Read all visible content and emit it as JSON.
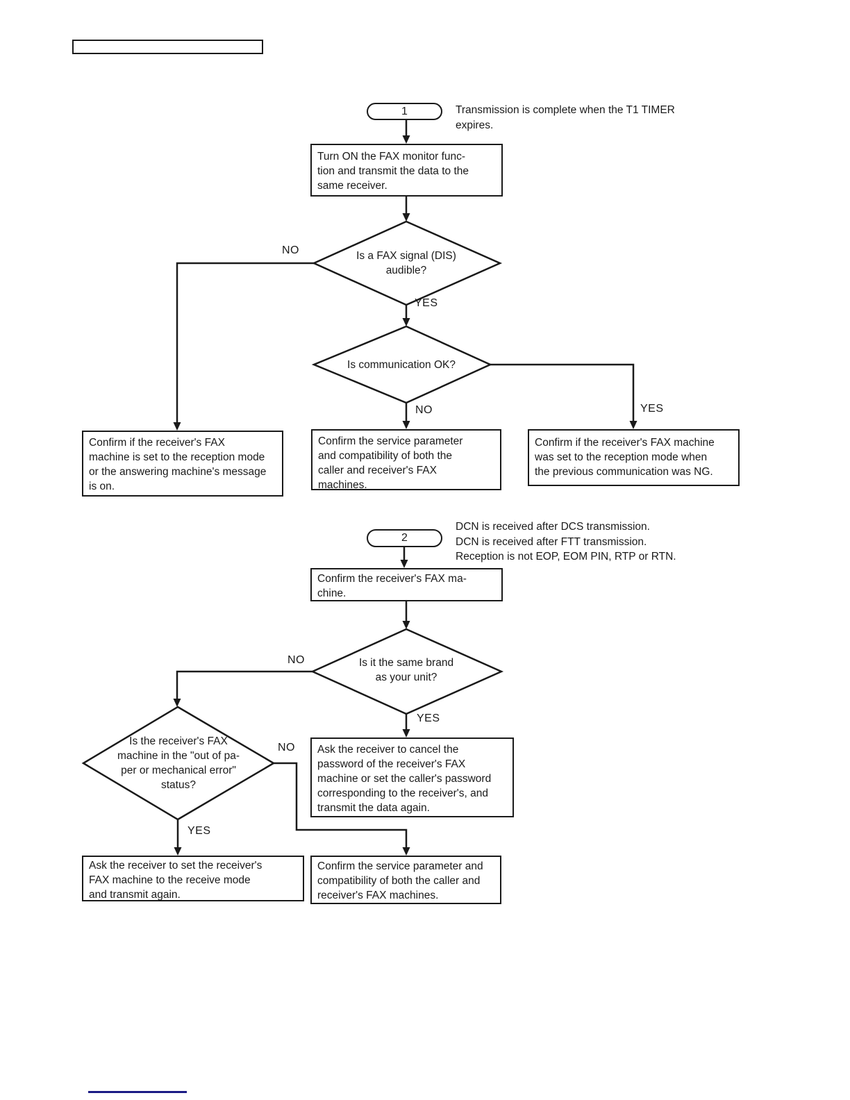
{
  "page": {
    "footer_divider_color": "#1b1b85",
    "line_color": "#1a1a1a"
  },
  "section1": {
    "connector": {
      "label": "1",
      "note": "Transmission is complete when the T1 TIMER\nexpires."
    },
    "start_box": "Turn ON the FAX monitor func-\ntion and transmit the data to the\nsame receiver.",
    "decision_fax_signal": {
      "question": "Is a FAX signal (DIS)\naudible?",
      "no": "NO",
      "yes": "YES"
    },
    "decision_communication": {
      "question": "Is communication OK?",
      "no": "NO",
      "yes": "YES"
    },
    "result_reception_mode": "Confirm if the receiver's FAX\nmachine is set to the reception mode\nor the answering machine's message\nis on.",
    "result_service_parameter": "Confirm the service parameter\nand compatibility of both the\ncaller and receiver's FAX\nmachines.",
    "result_previous_ng": "Confirm if the receiver's FAX machine\nwas set to the reception mode when\nthe previous communication was NG."
  },
  "section2": {
    "connector": {
      "label": "2",
      "note": "DCN is received after DCS transmission.\nDCN is received after FTT transmission.\nReception is not EOP, EOM PIN, RTP or RTN."
    },
    "start_box": "Confirm the receiver's FAX ma-\nchine.",
    "decision_same_brand": {
      "question": "Is it the same brand\nas your unit?",
      "no": "NO",
      "yes": "YES"
    },
    "decision_out_of_paper": {
      "question": "Is the receiver's FAX\nmachine in the \"out of pa-\nper or mechanical error\"\nstatus?",
      "no": "NO",
      "yes": "YES"
    },
    "result_cancel_password": "Ask the receiver to cancel the\npassword of the receiver's FAX\nmachine or set the caller's password\ncorresponding to the receiver's, and\ntransmit the data again.",
    "result_receive_mode": "Ask the receiver to set the receiver's\nFAX machine to the receive mode\nand transmit again.",
    "result_service_parameter": "Confirm the service parameter and\ncompatibility of both the caller and\nreceiver's FAX machines."
  }
}
